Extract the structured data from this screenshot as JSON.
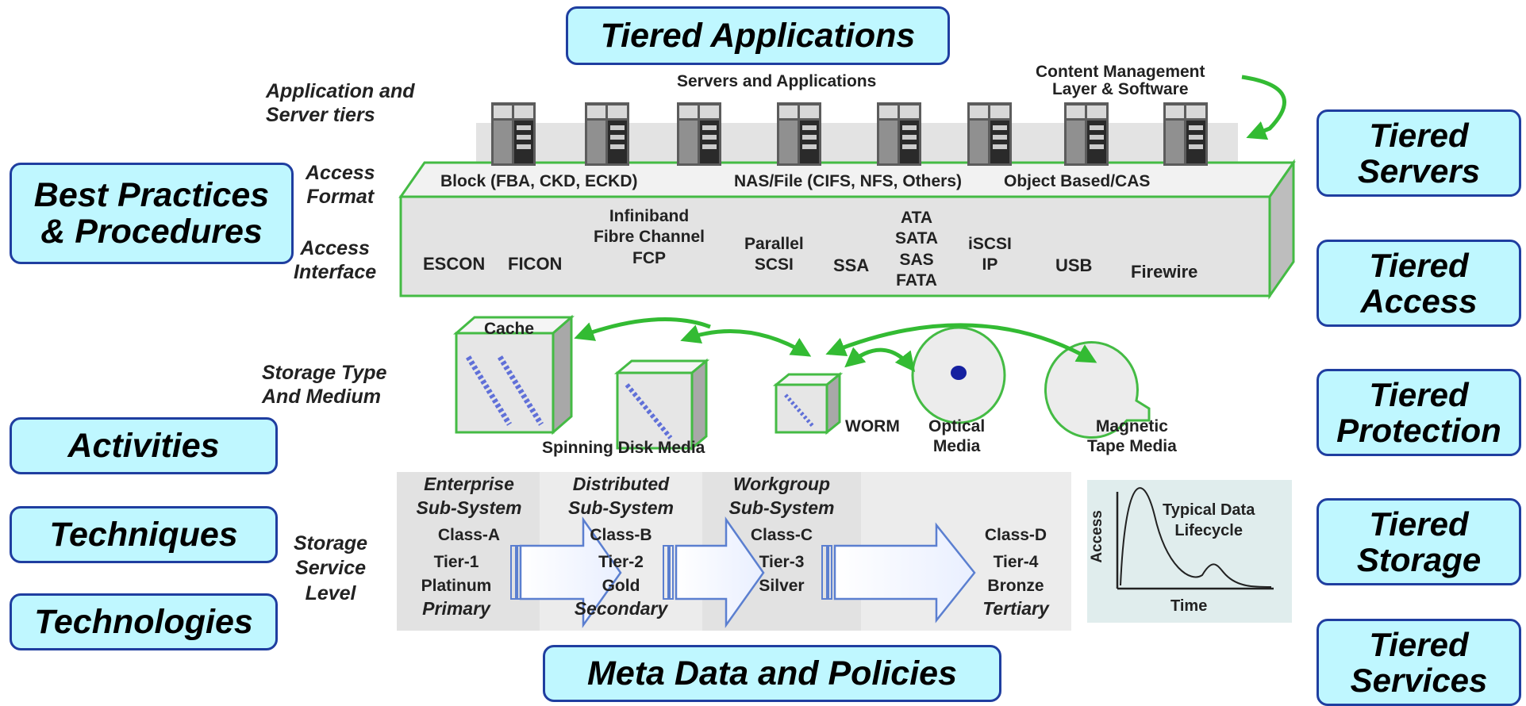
{
  "side_boxes": {
    "tiered_applications": "Tiered Applications",
    "meta_data": "Meta Data and Policies",
    "best_practices": "Best Practices\n& Procedures",
    "activities": "Activities",
    "techniques": "Techniques",
    "technologies": "Technologies",
    "tiered_servers": "Tiered\nServers",
    "tiered_access": "Tiered\nAccess",
    "tiered_protection": "Tiered\nProtection",
    "tiered_storage": "Tiered\nStorage",
    "tiered_services": "Tiered\nServices"
  },
  "row_labels": {
    "app_server_tiers": "Application and\nServer tiers",
    "access_format": "Access\nFormat",
    "access_interface": "Access\nInterface",
    "storage_type": "Storage Type\nAnd Medium",
    "service_level": "Storage\nService\nLevel"
  },
  "servers_title": "Servers and Applications",
  "content_mgmt": "Content Management\nLayer & Software",
  "formats": [
    "Block (FBA, CKD, ECKD)",
    "NAS/File (CIFS, NFS, Others)",
    "Object Based/CAS"
  ],
  "interfaces": {
    "escon": "ESCON",
    "ficon": "FICON",
    "fc": "Infiniband\nFibre Channel\nFCP",
    "parallel": "Parallel\nSCSI",
    "ssa": "SSA",
    "ata": "ATA\nSATA\nSAS\nFATA",
    "iscsi": "iSCSI\nIP",
    "usb": "USB",
    "firewire": "Firewire"
  },
  "media": {
    "cache": "Cache",
    "spinning": "Spinning Disk Media",
    "worm": "WORM",
    "optical": "Optical\nMedia",
    "tape": "Magnetic\nTape Media"
  },
  "tiers": [
    {
      "subsystem": "Enterprise\nSub-System",
      "cls": "Class-A",
      "tier": "Tier-1",
      "metal": "Platinum",
      "role": "Primary"
    },
    {
      "subsystem": "Distributed\nSub-System",
      "cls": "Class-B",
      "tier": "Tier-2",
      "metal": "Gold",
      "role": "Secondary"
    },
    {
      "subsystem": "Workgroup\nSub-System",
      "cls": "Class-C",
      "tier": "Tier-3",
      "metal": "Silver",
      "role": ""
    },
    {
      "subsystem": "",
      "cls": "Class-D",
      "tier": "Tier-4",
      "metal": "Bronze",
      "role": "Tertiary"
    }
  ],
  "lifecycle": {
    "title": "Typical Data\nLifecycle",
    "ylabel": "Access",
    "xlabel": "Time"
  },
  "colors": {
    "box_fill": "#bff7ff",
    "box_border": "#1f3ea0",
    "green": "#33bb33",
    "panel_gray": "#e2e2e2",
    "arrow_blue": "#5b7fd0"
  }
}
